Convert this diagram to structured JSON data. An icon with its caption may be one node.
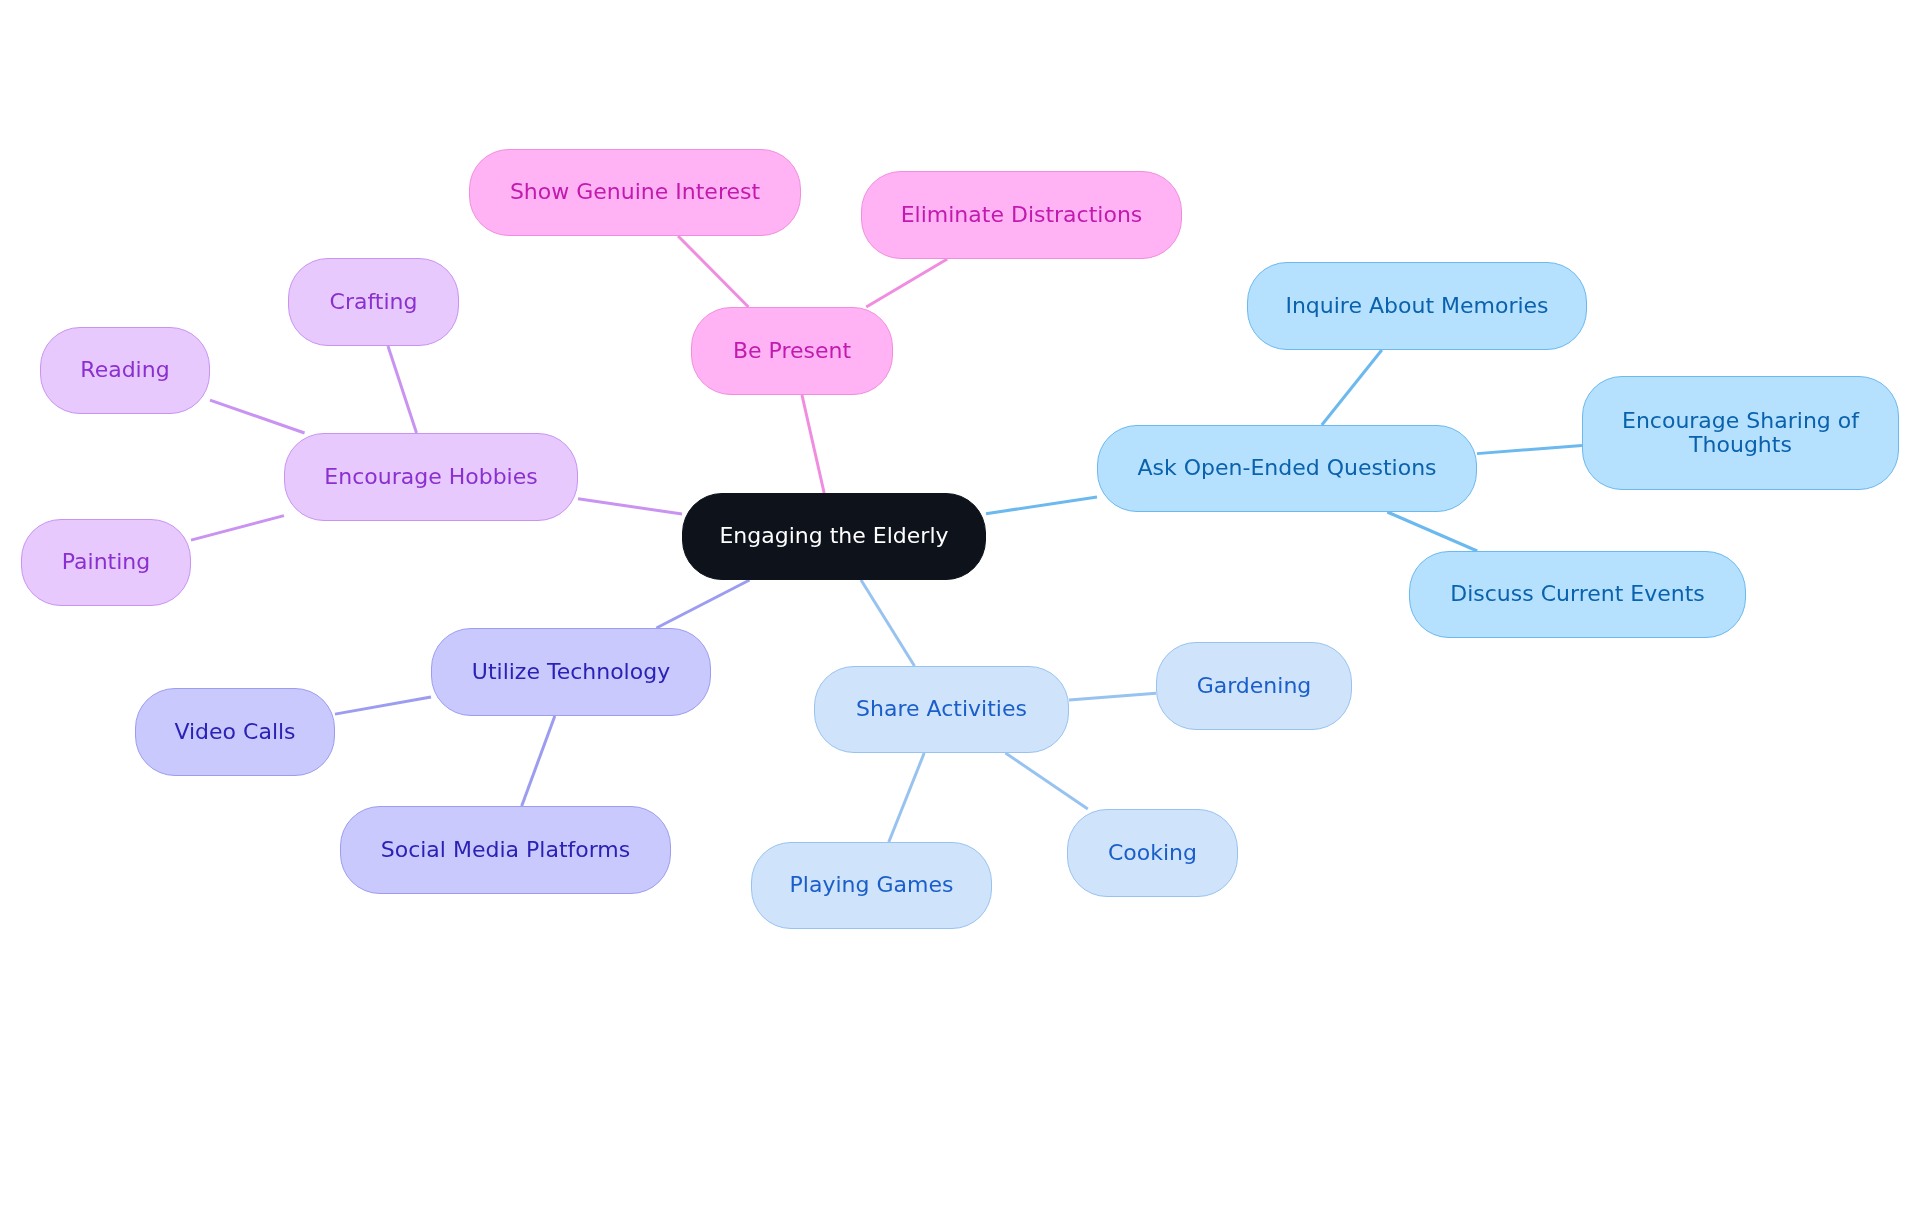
{
  "diagram": {
    "nodes": [
      {
        "text": [
          "Engaging the Elderly"
        ]
      },
      {
        "text": [
          "Be Present"
        ]
      },
      {
        "text": [
          "Show Genuine Interest"
        ]
      },
      {
        "text": [
          "Eliminate Distractions"
        ]
      },
      {
        "text": [
          "Ask Open-Ended Questions"
        ]
      },
      {
        "text": [
          "Inquire About Memories"
        ]
      },
      {
        "text": [
          "Encourage Sharing of Thoughts"
        ]
      },
      {
        "text": [
          "Discuss Current Events"
        ]
      },
      {
        "text": [
          "Share Activities"
        ]
      },
      {
        "text": [
          "Gardening"
        ]
      },
      {
        "text": [
          "Cooking"
        ]
      },
      {
        "text": [
          "Playing Games"
        ]
      },
      {
        "text": [
          "Utilize Technology"
        ]
      },
      {
        "text": [
          "Video Calls"
        ]
      },
      {
        "text": [
          "Social Media Platforms"
        ]
      },
      {
        "text": [
          "Encourage Hobbies"
        ]
      },
      {
        "text": [
          "Crafting"
        ]
      },
      {
        "text": [
          "Reading"
        ]
      },
      {
        "text": [
          "Painting"
        ]
      }
    ],
    "edges": [
      {
        "from": 0,
        "to": 1,
        "arrow": "none",
        "color": "#f08de0"
      },
      {
        "from": 1,
        "to": 2,
        "arrow": "none",
        "color": "#f08de0"
      },
      {
        "from": 1,
        "to": 3,
        "arrow": "none",
        "color": "#f08de0"
      },
      {
        "from": 0,
        "to": 4,
        "arrow": "none",
        "color": "#6bb9ee"
      },
      {
        "from": 4,
        "to": 5,
        "arrow": "none",
        "color": "#6bb9ee"
      },
      {
        "from": 4,
        "to": 6,
        "arrow": "none",
        "color": "#6bb9ee"
      },
      {
        "from": 4,
        "to": 7,
        "arrow": "none",
        "color": "#6bb9ee"
      },
      {
        "from": 0,
        "to": 8,
        "arrow": "none",
        "color": "#98c3f0"
      },
      {
        "from": 8,
        "to": 9,
        "arrow": "none",
        "color": "#98c3f0"
      },
      {
        "from": 8,
        "to": 10,
        "arrow": "none",
        "color": "#98c3f0"
      },
      {
        "from": 8,
        "to": 11,
        "arrow": "none",
        "color": "#98c3f0"
      },
      {
        "from": 0,
        "to": 12,
        "arrow": "none",
        "color": "#9c9cf0"
      },
      {
        "from": 12,
        "to": 13,
        "arrow": "none",
        "color": "#9c9cf0"
      },
      {
        "from": 12,
        "to": 14,
        "arrow": "none",
        "color": "#9c9cf0"
      },
      {
        "from": 0,
        "to": 15,
        "arrow": "none",
        "color": "#c993f2"
      },
      {
        "from": 15,
        "to": 16,
        "arrow": "none",
        "color": "#c993f2"
      },
      {
        "from": 15,
        "to": 17,
        "arrow": "none",
        "color": "#c993f2"
      },
      {
        "from": 15,
        "to": 18,
        "arrow": "none",
        "color": "#c993f2"
      }
    ]
  }
}
